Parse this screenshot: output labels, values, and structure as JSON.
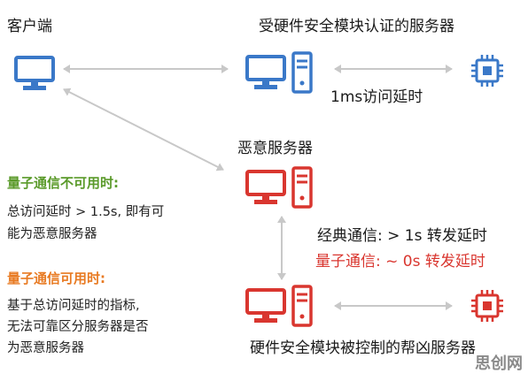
{
  "nodes": {
    "client_label": "客户端",
    "secure_server_label": "受硬件安全模块认证的服务器",
    "latency_1ms": "1ms访问延时",
    "malicious_label": "恶意服务器",
    "accomplice_label": "硬件安全模块被控制的帮凶服务器"
  },
  "notes": {
    "unavailable_title": "量子通信不可用时:",
    "unavailable_line1": "总访问延时 > 1.5s, 即有可",
    "unavailable_line2": "能为恶意服务器",
    "available_title": "量子通信可用时:",
    "available_line1": "基于总访问延时的指标,",
    "available_line2": "无法可靠区分服务器是否",
    "available_line3": "为恶意服务器"
  },
  "forwarding": {
    "classical": "经典通信: > 1s 转发延时",
    "quantum": "量子通信: ~ 0s 转发延时"
  },
  "colors": {
    "blue": "#3a78c8",
    "red": "#d9362f",
    "arrow": "#c8c8c8",
    "green_title": "#5a9a2a",
    "orange_title": "#e87a22"
  },
  "watermark": "思创网"
}
